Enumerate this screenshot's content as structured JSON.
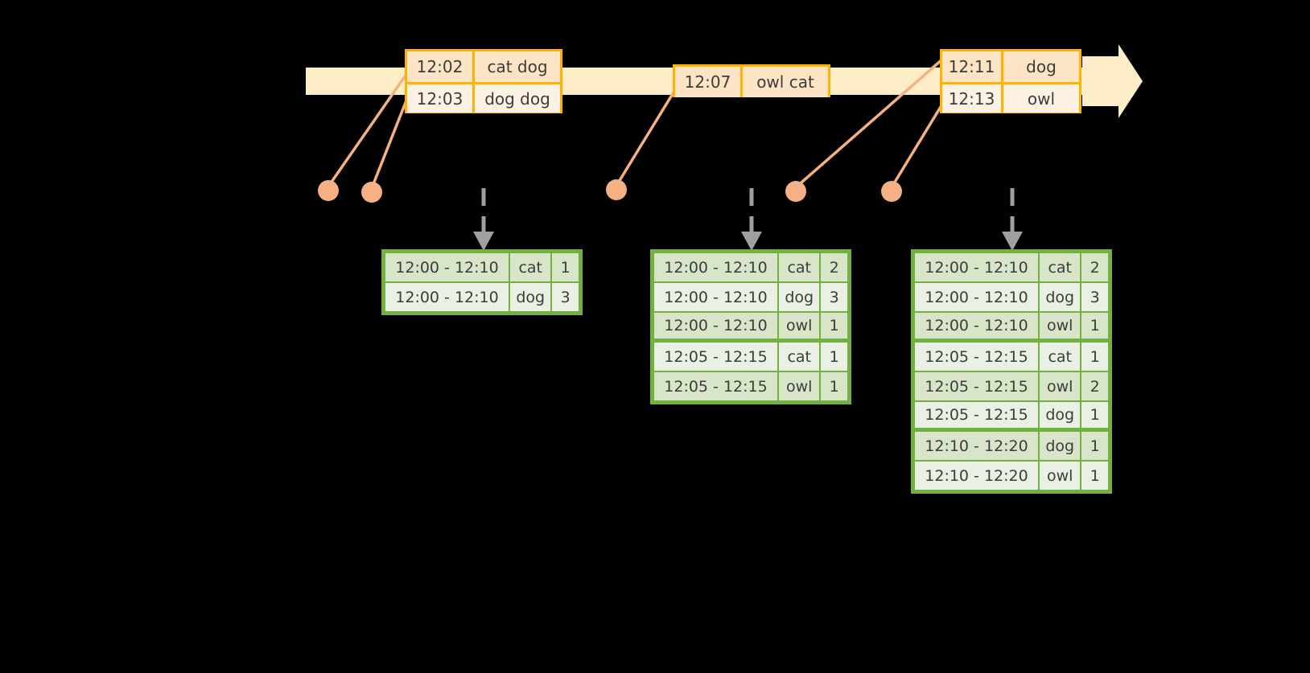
{
  "diagram": {
    "title": "windowed-word-count-timeline",
    "colors": {
      "background": "#000000",
      "timeline_bar": "#fdeec8",
      "event_border": "#ffb300",
      "event_fill_dark": "#fde4c4",
      "event_fill_light": "#fdf1e4",
      "table_border": "#72b042",
      "table_fill_dark": "#d8e5c8",
      "table_fill_light": "#eaf0e4",
      "connector": "#f5b183",
      "arrow": "#a0a0a0"
    }
  },
  "timeline": {
    "name": "event-timeline",
    "arrow_direction": "right"
  },
  "events": [
    {
      "name": "event-group-1",
      "rows": [
        {
          "time": "12:02",
          "words": "cat dog"
        },
        {
          "time": "12:03",
          "words": "dog dog"
        }
      ]
    },
    {
      "name": "event-group-2",
      "rows": [
        {
          "time": "12:07",
          "words": "owl cat"
        }
      ]
    },
    {
      "name": "event-group-3",
      "rows": [
        {
          "time": "12:11",
          "words": "dog"
        },
        {
          "time": "12:13",
          "words": "owl"
        }
      ]
    }
  ],
  "tables": [
    {
      "name": "result-table-1",
      "rows": [
        {
          "range": "12:00 - 12:10",
          "word": "cat",
          "count": "1",
          "group": 0
        },
        {
          "range": "12:00 - 12:10",
          "word": "dog",
          "count": "3",
          "group": 0
        }
      ]
    },
    {
      "name": "result-table-2",
      "rows": [
        {
          "range": "12:00 - 12:10",
          "word": "cat",
          "count": "2",
          "group": 0
        },
        {
          "range": "12:00 - 12:10",
          "word": "dog",
          "count": "3",
          "group": 0
        },
        {
          "range": "12:00 - 12:10",
          "word": "owl",
          "count": "1",
          "group": 0
        },
        {
          "range": "12:05 - 12:15",
          "word": "cat",
          "count": "1",
          "group": 1
        },
        {
          "range": "12:05 - 12:15",
          "word": "owl",
          "count": "1",
          "group": 1
        }
      ]
    },
    {
      "name": "result-table-3",
      "rows": [
        {
          "range": "12:00 - 12:10",
          "word": "cat",
          "count": "2",
          "group": 0
        },
        {
          "range": "12:00 - 12:10",
          "word": "dog",
          "count": "3",
          "group": 0
        },
        {
          "range": "12:00 - 12:10",
          "word": "owl",
          "count": "1",
          "group": 0
        },
        {
          "range": "12:05 - 12:15",
          "word": "cat",
          "count": "1",
          "group": 1
        },
        {
          "range": "12:05 - 12:15",
          "word": "owl",
          "count": "2",
          "group": 1
        },
        {
          "range": "12:05 - 12:15",
          "word": "dog",
          "count": "1",
          "group": 1
        },
        {
          "range": "12:10 - 12:20",
          "word": "dog",
          "count": "1",
          "group": 2
        },
        {
          "range": "12:10 - 12:20",
          "word": "owl",
          "count": "1",
          "group": 2
        }
      ]
    }
  ]
}
